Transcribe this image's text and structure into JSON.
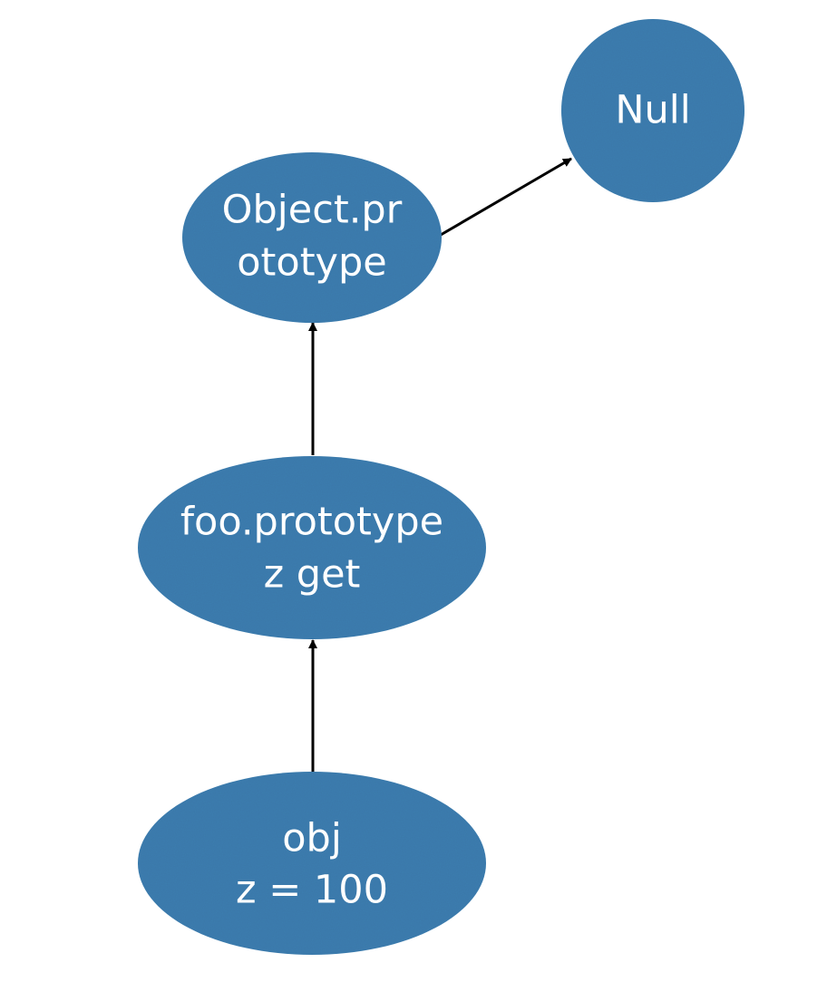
{
  "colors": {
    "node_fill": "#3c7eb0",
    "edge": "#000000",
    "label": "#ffffff",
    "background": "#ffffff"
  },
  "nodes": {
    "null": {
      "lines": [
        "Null"
      ]
    },
    "object_prototype": {
      "lines": [
        "Object.pr",
        "ototype"
      ]
    },
    "foo_prototype": {
      "lines": [
        "foo.prototype",
        "z get"
      ]
    },
    "obj": {
      "lines": [
        "obj",
        "z = 100"
      ]
    }
  },
  "edges": [
    {
      "from": "object_prototype",
      "to": "null"
    },
    {
      "from": "foo_prototype",
      "to": "object_prototype"
    },
    {
      "from": "obj",
      "to": "foo_prototype"
    }
  ]
}
